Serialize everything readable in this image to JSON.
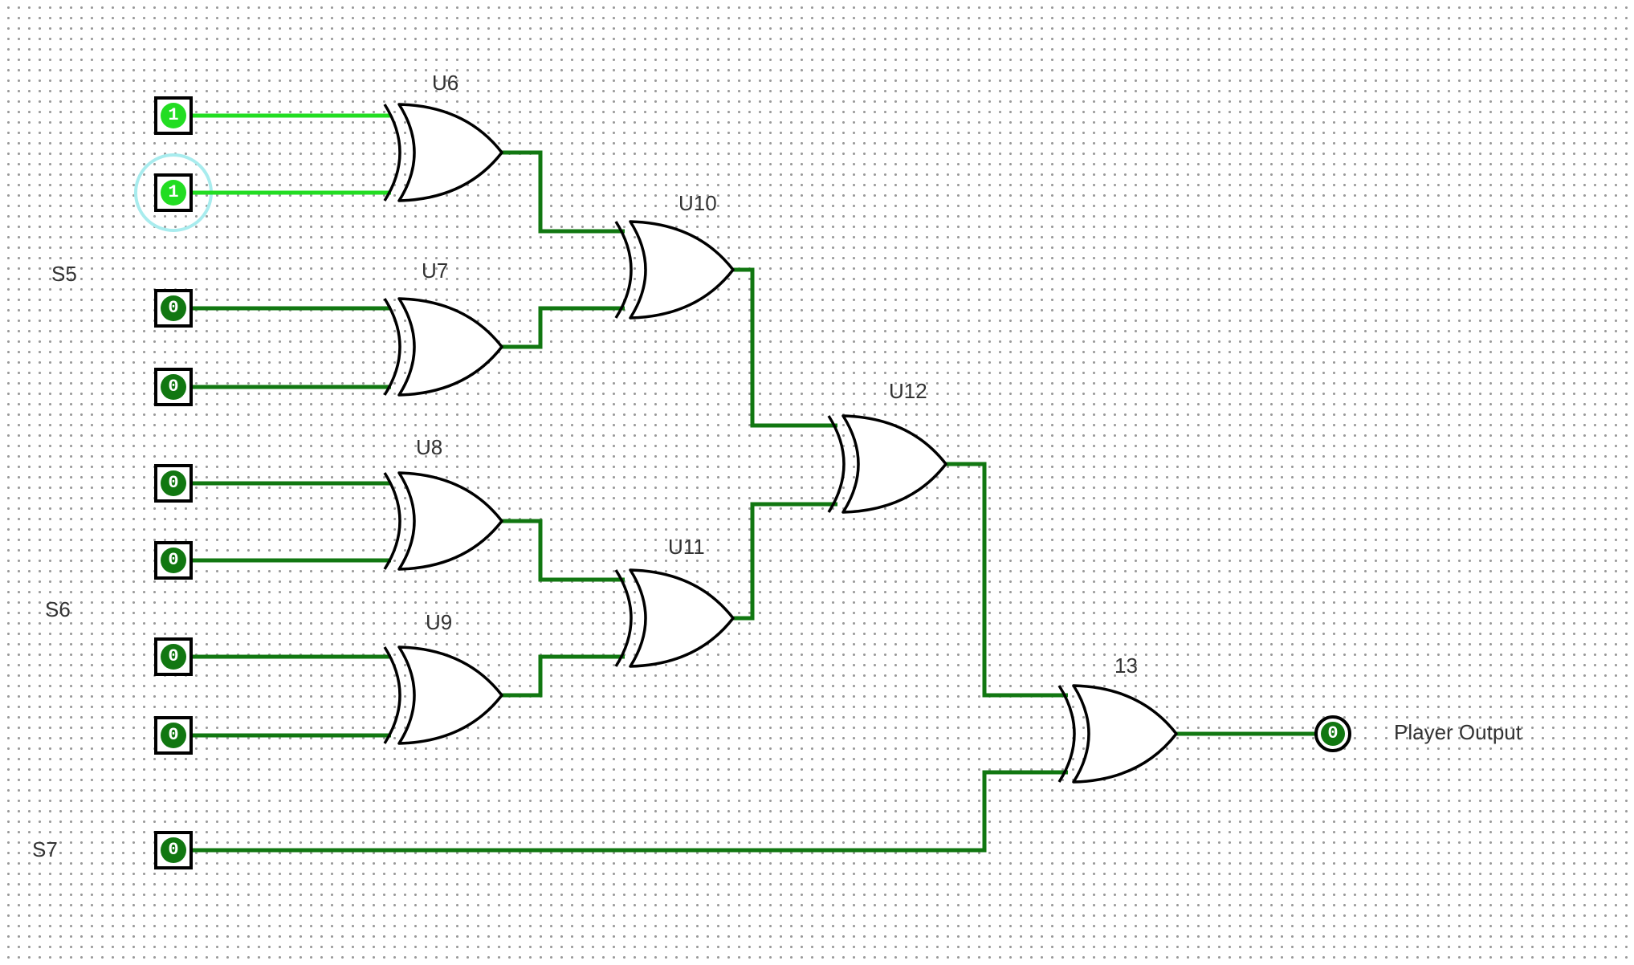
{
  "colors": {
    "wire_high": "#22dd22",
    "wire_low": "#117711",
    "selection": "#a8ecee",
    "text": "#333333"
  },
  "labels": {
    "s5": "S5",
    "s6": "S6",
    "s7": "S7",
    "u6": "U6",
    "u7": "U7",
    "u8": "U8",
    "u9": "U9",
    "u10": "U10",
    "u11": "U11",
    "u12": "U12",
    "u13": "13",
    "output": "Player Output"
  },
  "inputs": [
    {
      "id": "in1",
      "value": "1",
      "state": "high",
      "selected": false
    },
    {
      "id": "in2",
      "value": "1",
      "state": "high",
      "selected": true
    },
    {
      "id": "in3",
      "value": "0",
      "state": "low",
      "selected": false
    },
    {
      "id": "in4",
      "value": "0",
      "state": "low",
      "selected": false
    },
    {
      "id": "in5",
      "value": "0",
      "state": "low",
      "selected": false
    },
    {
      "id": "in6",
      "value": "0",
      "state": "low",
      "selected": false
    },
    {
      "id": "in7",
      "value": "0",
      "state": "low",
      "selected": false
    },
    {
      "id": "in8",
      "value": "0",
      "state": "low",
      "selected": false
    },
    {
      "id": "s7",
      "value": "0",
      "state": "low",
      "selected": false
    }
  ],
  "output": {
    "value": "0",
    "state": "low"
  }
}
